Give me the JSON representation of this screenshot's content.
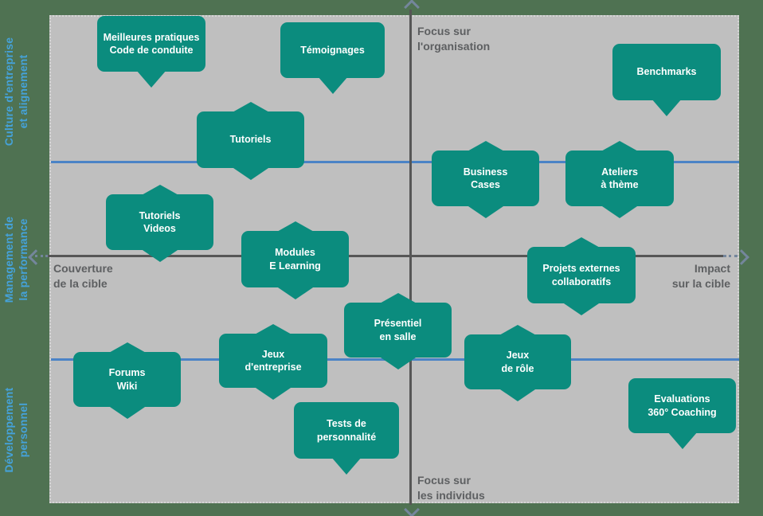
{
  "colors": {
    "background": "#4f7252",
    "panel": "#bfbfbf",
    "callout_fill": "#0b8c7e",
    "callout_text": "#ffffff",
    "side_label_text": "#45a2d9",
    "axis_line": "#565656",
    "axis_label_text": "#5d5f61",
    "blue_threshold_line": "#4b83c6",
    "arrowhead": "#74869c"
  },
  "axis": {
    "top_label": "Focus sur\nl'organisation",
    "bottom_label": "Focus sur\nles individus",
    "left_label": "Couverture\nde la cible",
    "right_label": "Impact\nsur la cible"
  },
  "side_labels": [
    {
      "label": "Culture d'entreprise\net alignement"
    },
    {
      "label": "Management de\nla performance"
    },
    {
      "label": "Développement\npersonnel"
    }
  ],
  "callouts": [
    {
      "label": "Meilleures pratiques\nCode de conduite"
    },
    {
      "label": "Témoignages"
    },
    {
      "label": "Benchmarks"
    },
    {
      "label": "Tutoriels"
    },
    {
      "label": "Business\nCases"
    },
    {
      "label": "Ateliers\nà thème"
    },
    {
      "label": "Tutoriels\nVideos"
    },
    {
      "label": "Modules\nE Learning"
    },
    {
      "label": "Projets externes\ncollaboratifs"
    },
    {
      "label": "Présentiel\nen salle"
    },
    {
      "label": "Jeux\nd'entreprise"
    },
    {
      "label": "Jeux\nde rôle"
    },
    {
      "label": "Forums\nWiki"
    },
    {
      "label": "Tests de\npersonnalité"
    },
    {
      "label": "Evaluations\n360° Coaching"
    }
  ]
}
